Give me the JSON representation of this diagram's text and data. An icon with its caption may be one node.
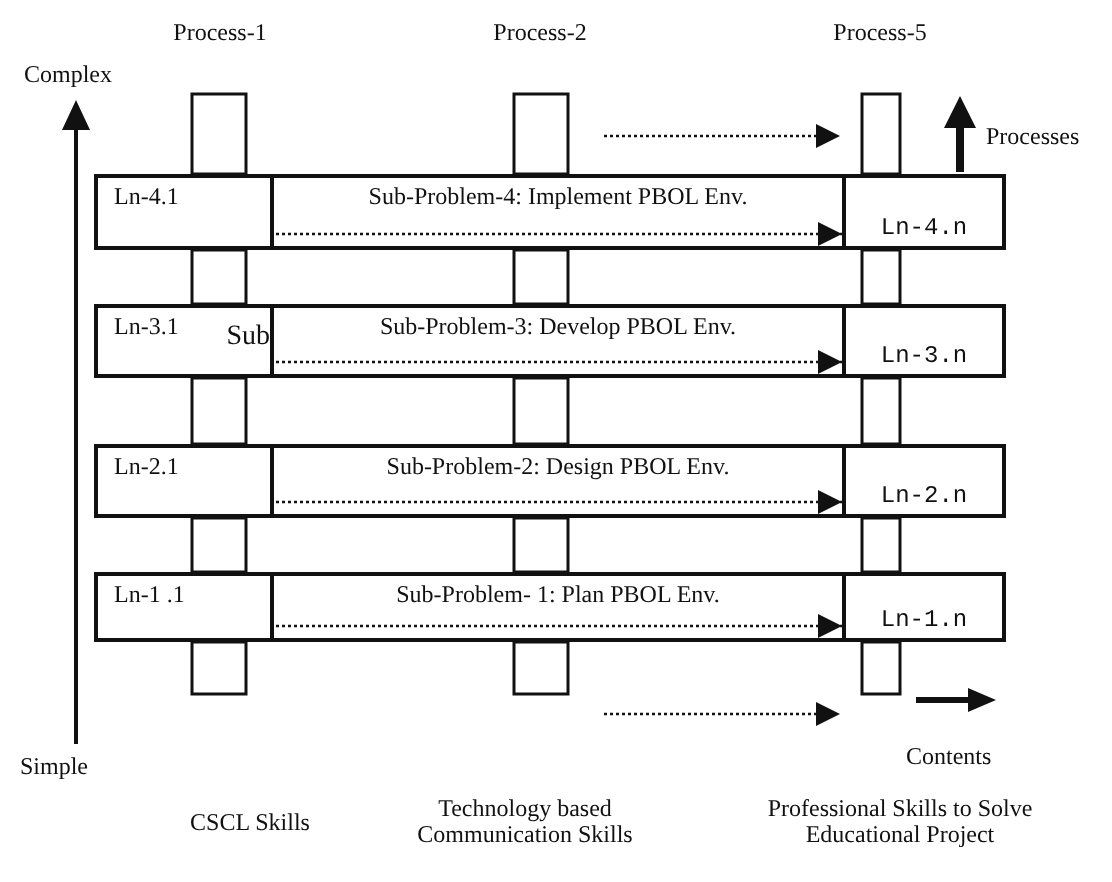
{
  "diagram": {
    "nodes": [
      {
        "text": [
          "Ln-4.1"
        ]
      },
      {
        "text": [
          "Sub-Problem-4: Implement PBOL Env."
        ]
      },
      {
        "text": [
          "Ln-4.n"
        ]
      },
      {
        "text": [
          "Ln-3.1",
          "Sub"
        ]
      },
      {
        "text": [
          "Sub-Problem-3: Develop PBOL Env."
        ]
      },
      {
        "text": [
          "Ln-3.n"
        ]
      },
      {
        "text": [
          "Ln-2.1"
        ]
      },
      {
        "text": [
          "Sub-Problem-2: Design PBOL Env."
        ]
      },
      {
        "text": [
          "Ln-2.n"
        ]
      },
      {
        "text": [
          "Ln-1 .1"
        ]
      },
      {
        "text": [
          "Sub-Problem- 1: Plan PBOL Env."
        ]
      },
      {
        "text": [
          "Ln-1.n"
        ]
      }
    ],
    "edges": [
      {
        "from": 1,
        "to": 2,
        "arrow": "to",
        "style": "dashed"
      },
      {
        "from": 4,
        "to": 5,
        "arrow": "to",
        "style": "dashed"
      },
      {
        "from": 7,
        "to": 8,
        "arrow": "to",
        "style": "dashed"
      },
      {
        "from": 10,
        "to": 11,
        "arrow": "to",
        "style": "dashed"
      }
    ],
    "labels": [
      "Process-1",
      "Process-2",
      "Process-5",
      "Complex",
      "Processes",
      "Simple",
      "Contents",
      "CSCL Skills",
      "Technology based Communication Skills",
      "Professional Skills to Solve Educational Project"
    ]
  }
}
